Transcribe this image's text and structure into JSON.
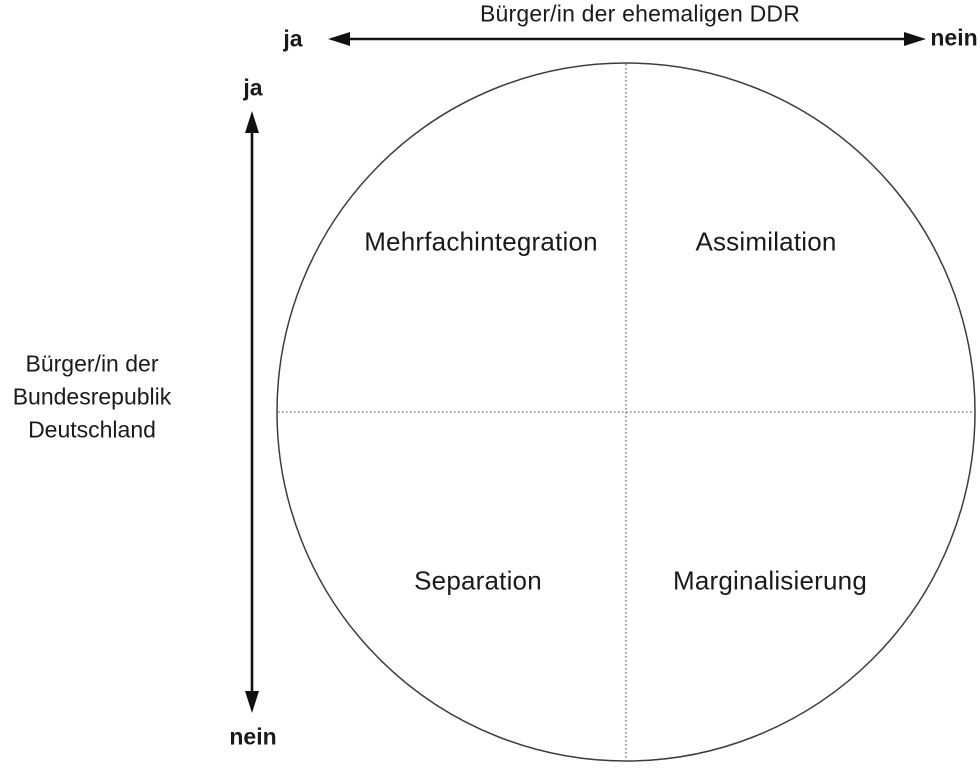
{
  "diagram": {
    "top_axis": {
      "title": "Bürger/in der ehemaligen DDR",
      "left_label": "ja",
      "right_label": "nein"
    },
    "left_axis": {
      "title_lines": [
        "Bürger/in der",
        "Bundesrepublik",
        "Deutschland"
      ],
      "top_label": "ja",
      "bottom_label": "nein"
    },
    "quadrants": {
      "top_left": "Mehrfachintegration",
      "top_right": "Assimilation",
      "bottom_left": "Separation",
      "bottom_right": "Marginalisierung"
    },
    "colors": {
      "background": "#ffffff",
      "text": "#1a1a1a",
      "circle_stroke": "#3d3d3d",
      "dotted_divider": "#6b6b6b",
      "arrow": "#111111"
    }
  }
}
